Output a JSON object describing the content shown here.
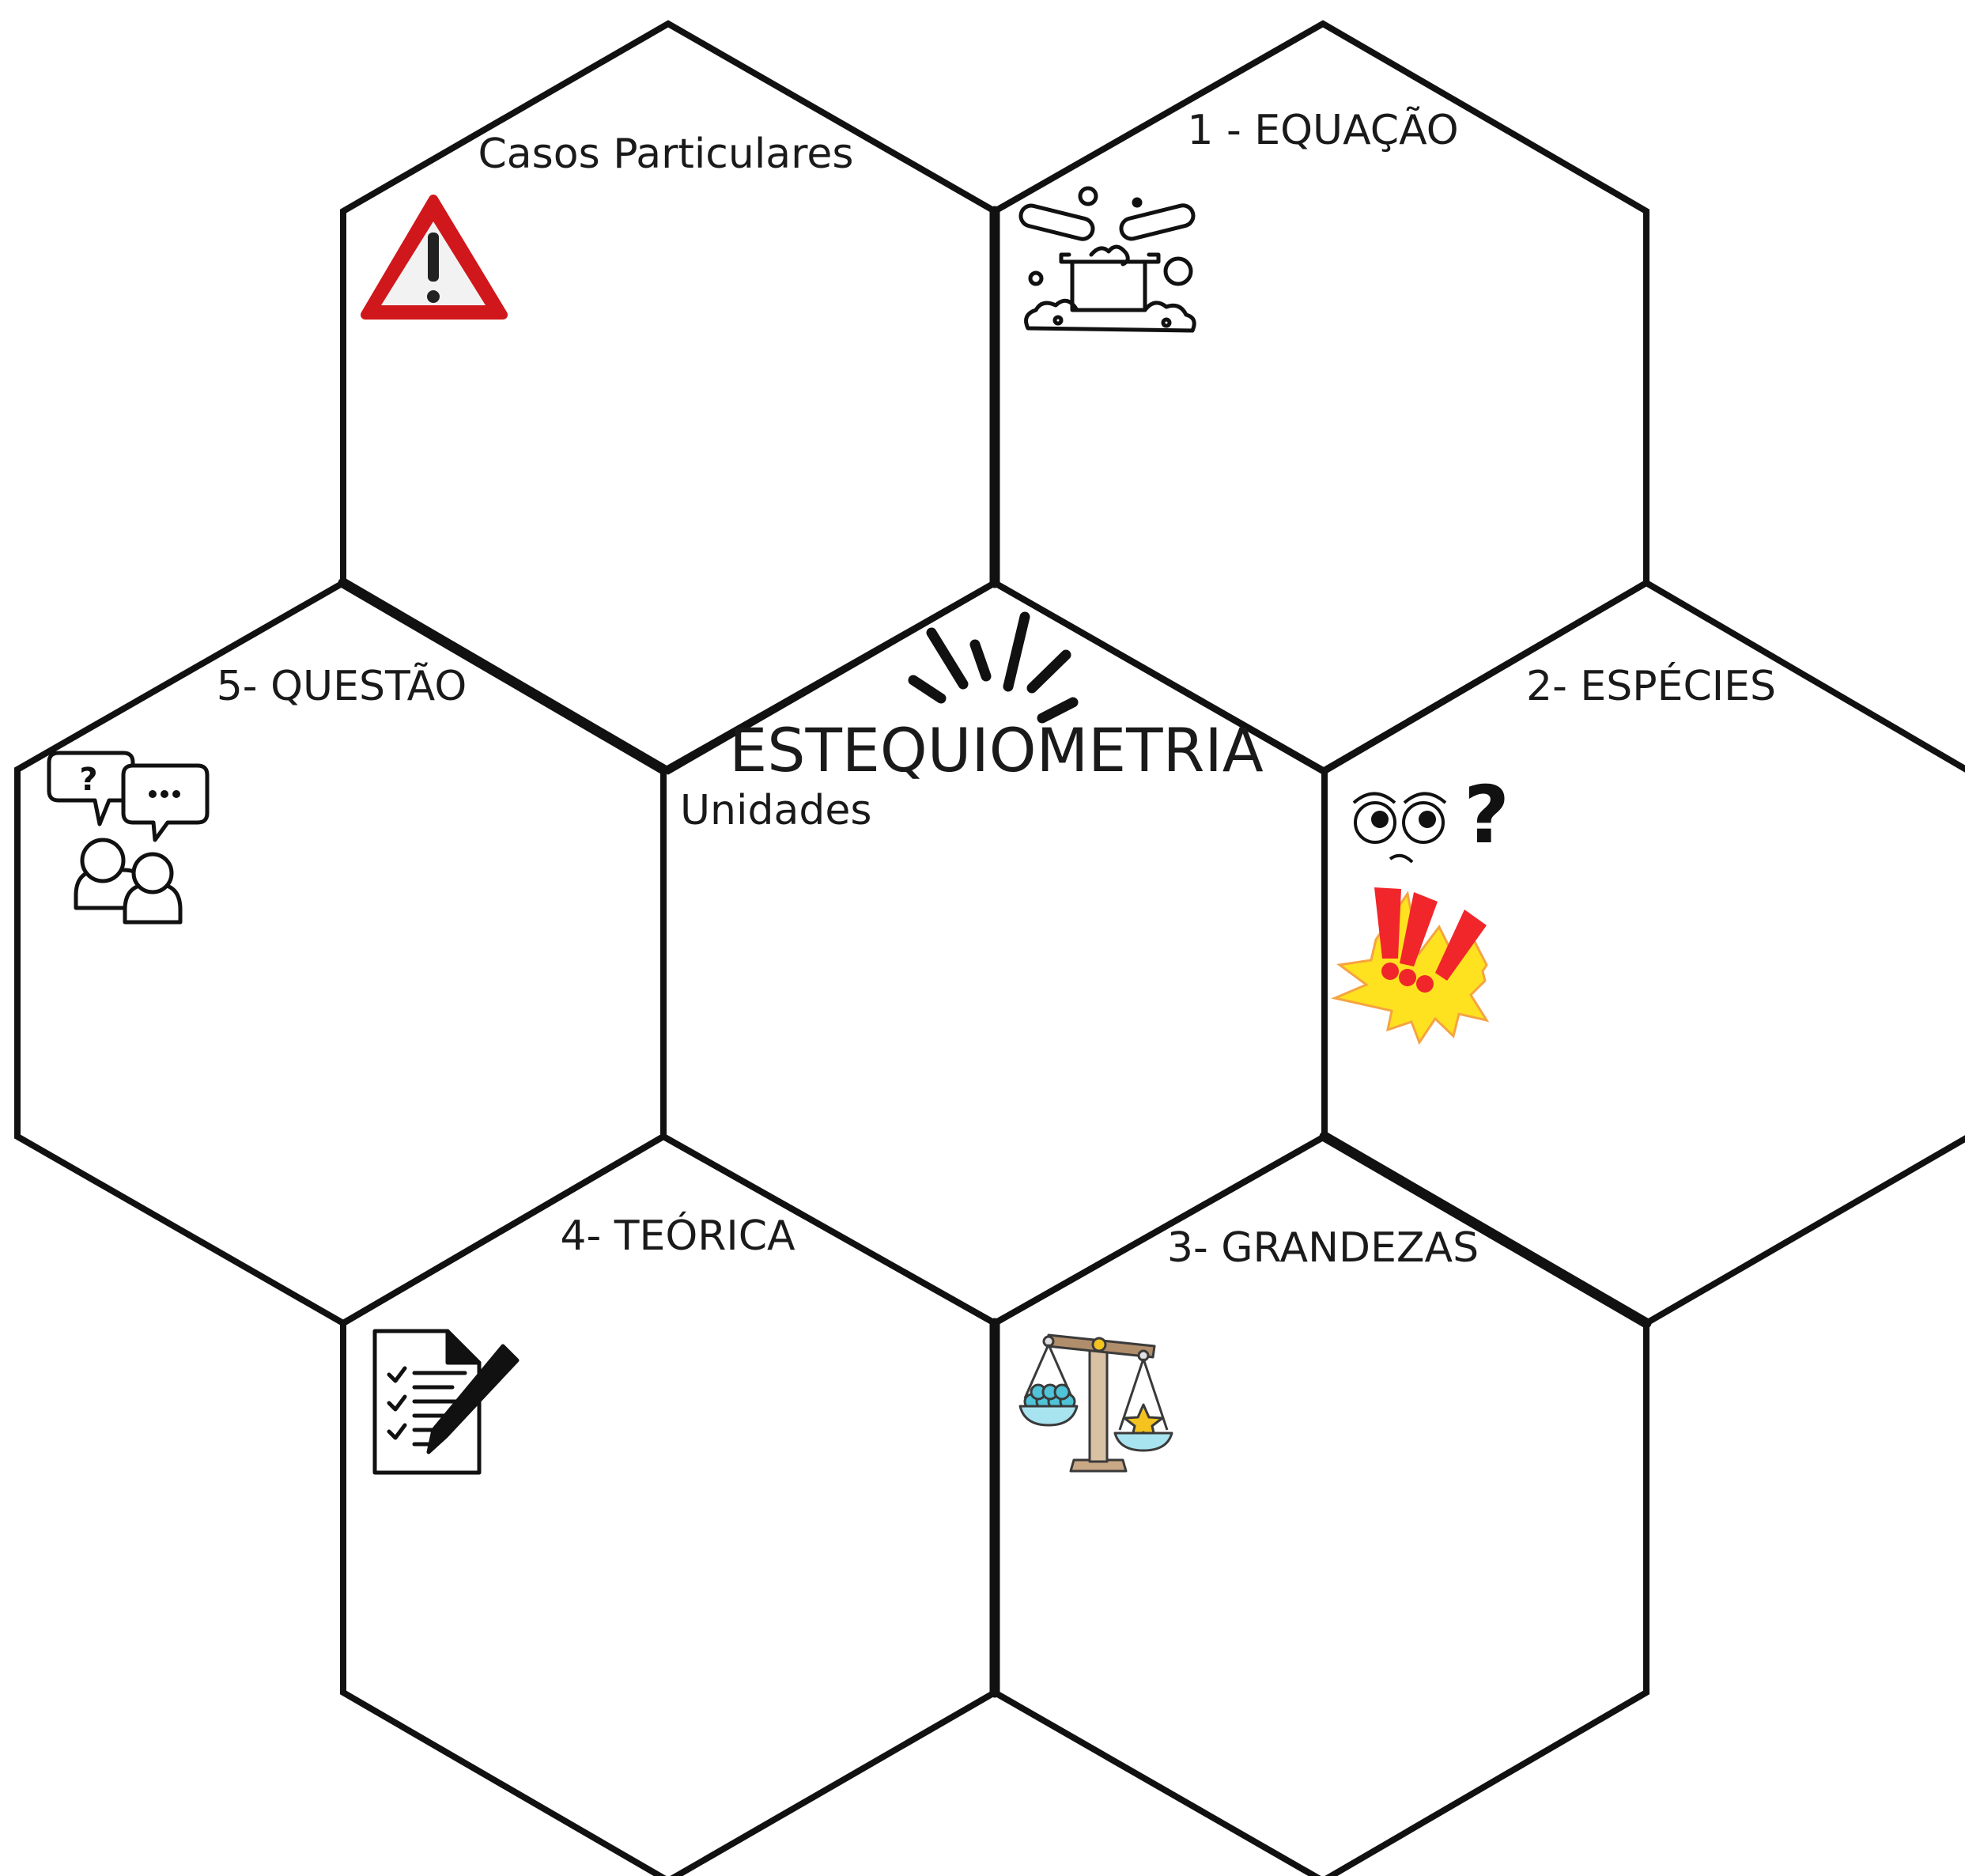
{
  "title": "ESTEQUIOMETRIA",
  "center_subtitle": "Unidades",
  "cells": {
    "casos": {
      "label": "Casos Particulares",
      "icon": "warning-icon"
    },
    "equacao": {
      "label": "1 - EQUAÇÃO",
      "icon": "chemical-reaction-icon"
    },
    "especies": {
      "label": "2- ESPÉCIES",
      "icon": "confused-face-exclamation-icon"
    },
    "grandezas": {
      "label": "3- GRANDEZAS",
      "icon": "balance-scale-icon"
    },
    "teorica": {
      "label": "4- TEÓRICA",
      "icon": "checklist-pen-icon"
    },
    "questao": {
      "label": "5- QUESTÃO",
      "icon": "discussion-people-icon"
    }
  },
  "colors": {
    "outline": "#111111",
    "warning_red": "#d0171b",
    "burst_yellow": "#ffe21f",
    "exclaim_red": "#f0262a",
    "teal": "#4fc4d8",
    "gold": "#f4c320",
    "scale_beam": "#b08d6b"
  }
}
